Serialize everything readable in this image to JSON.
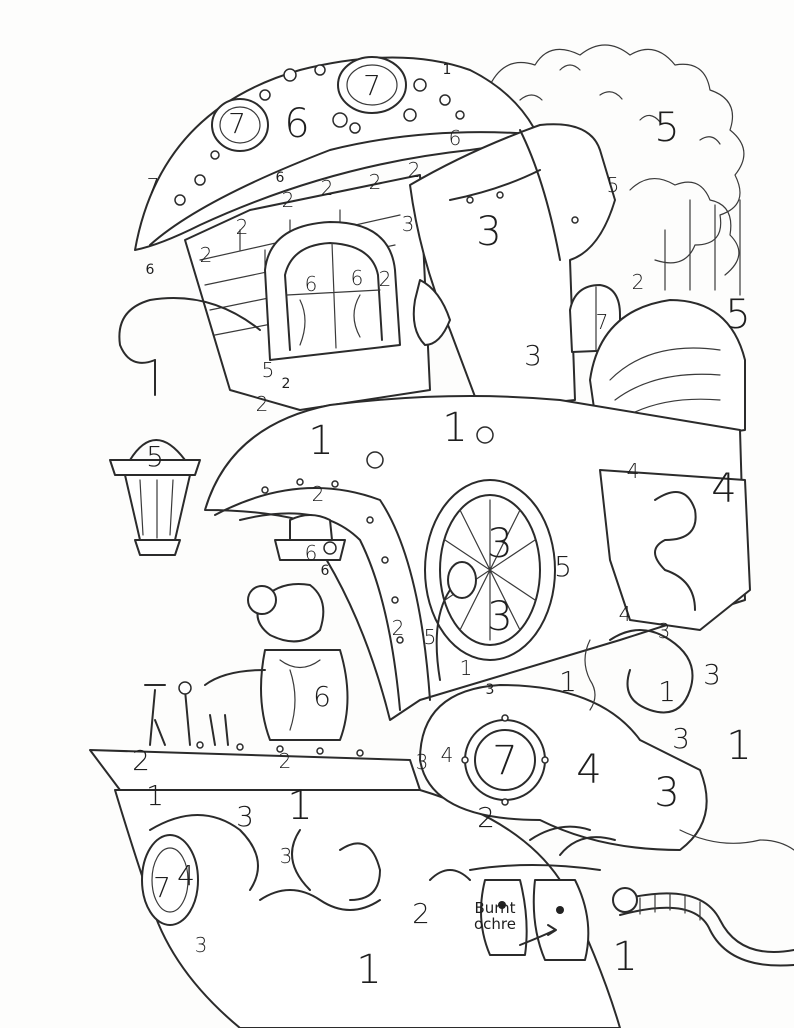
{
  "sheet": {
    "labels": [
      {
        "id": "dome-7-left",
        "text": "7"
      },
      {
        "id": "dome-6",
        "text": "6"
      },
      {
        "id": "dome-7-top",
        "text": "7"
      },
      {
        "id": "dome-1-edge",
        "text": "1"
      },
      {
        "id": "dome-7-edge",
        "text": "7"
      },
      {
        "id": "dome-6-small",
        "text": "6"
      },
      {
        "id": "sky-5-top",
        "text": "5"
      },
      {
        "id": "pipe-5",
        "text": "5"
      },
      {
        "id": "sky-5-right",
        "text": "5"
      },
      {
        "id": "brick-6",
        "text": "6"
      },
      {
        "id": "brick-2a",
        "text": "2"
      },
      {
        "id": "brick-2b",
        "text": "2"
      },
      {
        "id": "brick-2c",
        "text": "2"
      },
      {
        "id": "brick-2d",
        "text": "2"
      },
      {
        "id": "brick-2e",
        "text": "2"
      },
      {
        "id": "brick-2f",
        "text": "2"
      },
      {
        "id": "brick-2g",
        "text": "2"
      },
      {
        "id": "edge-6",
        "text": "6"
      },
      {
        "id": "pipe-3-small",
        "text": "3"
      },
      {
        "id": "pipe-3-big",
        "text": "3"
      },
      {
        "id": "window-6-left",
        "text": "6"
      },
      {
        "id": "window-6-right",
        "text": "6"
      },
      {
        "id": "window-2",
        "text": "2"
      },
      {
        "id": "house-2",
        "text": "2"
      },
      {
        "id": "small-window-7",
        "text": "7"
      },
      {
        "id": "pipe-3-lower",
        "text": "3"
      },
      {
        "id": "scroll-5",
        "text": "5"
      },
      {
        "id": "bracket-2",
        "text": "2"
      },
      {
        "id": "lantern-5",
        "text": "5"
      },
      {
        "id": "body-1-left",
        "text": "1"
      },
      {
        "id": "body-1-right",
        "text": "1"
      },
      {
        "id": "tail-4-small",
        "text": "4"
      },
      {
        "id": "tail-4",
        "text": "4"
      },
      {
        "id": "arch-2",
        "text": "2"
      },
      {
        "id": "hat-6",
        "text": "6"
      },
      {
        "id": "goggle-6",
        "text": "6"
      },
      {
        "id": "fan-3-top",
        "text": "3"
      },
      {
        "id": "fan-3-bottom",
        "text": "3"
      },
      {
        "id": "fan-5",
        "text": "5"
      },
      {
        "id": "fan-4",
        "text": "4"
      },
      {
        "id": "leaf-3-right",
        "text": "3"
      },
      {
        "id": "arch-2-lower",
        "text": "2"
      },
      {
        "id": "arch-5",
        "text": "5"
      },
      {
        "id": "body-1-center",
        "text": "1"
      },
      {
        "id": "body-1-mid",
        "text": "1"
      },
      {
        "id": "leaf-3-far",
        "text": "3"
      },
      {
        "id": "leaf-1",
        "text": "1"
      },
      {
        "id": "base-3-tiny",
        "text": "3"
      },
      {
        "id": "coat-6",
        "text": "6"
      },
      {
        "id": "deck-2-left",
        "text": "2"
      },
      {
        "id": "deck-2-mid",
        "text": "2"
      },
      {
        "id": "porthole-3",
        "text": "3"
      },
      {
        "id": "porthole-4-left",
        "text": "4"
      },
      {
        "id": "porthole-7",
        "text": "7"
      },
      {
        "id": "porthole-4-right",
        "text": "4"
      },
      {
        "id": "rivet-3",
        "text": "3"
      },
      {
        "id": "far-1",
        "text": "1"
      },
      {
        "id": "rear-3",
        "text": "3"
      },
      {
        "id": "hull-1-left",
        "text": "1"
      },
      {
        "id": "hull-3",
        "text": "3"
      },
      {
        "id": "hull-1",
        "text": "1"
      },
      {
        "id": "leaf-2",
        "text": "2"
      },
      {
        "id": "scroll-3",
        "text": "3"
      },
      {
        "id": "bow-7",
        "text": "7"
      },
      {
        "id": "bow-4",
        "text": "4"
      },
      {
        "id": "bow-3",
        "text": "3"
      },
      {
        "id": "leaf-2-lower",
        "text": "2"
      },
      {
        "id": "hull-1-bottom",
        "text": "1"
      },
      {
        "id": "hull-1-right",
        "text": "1"
      }
    ],
    "note": {
      "line1": "Burnt",
      "line2": "ochre"
    }
  }
}
